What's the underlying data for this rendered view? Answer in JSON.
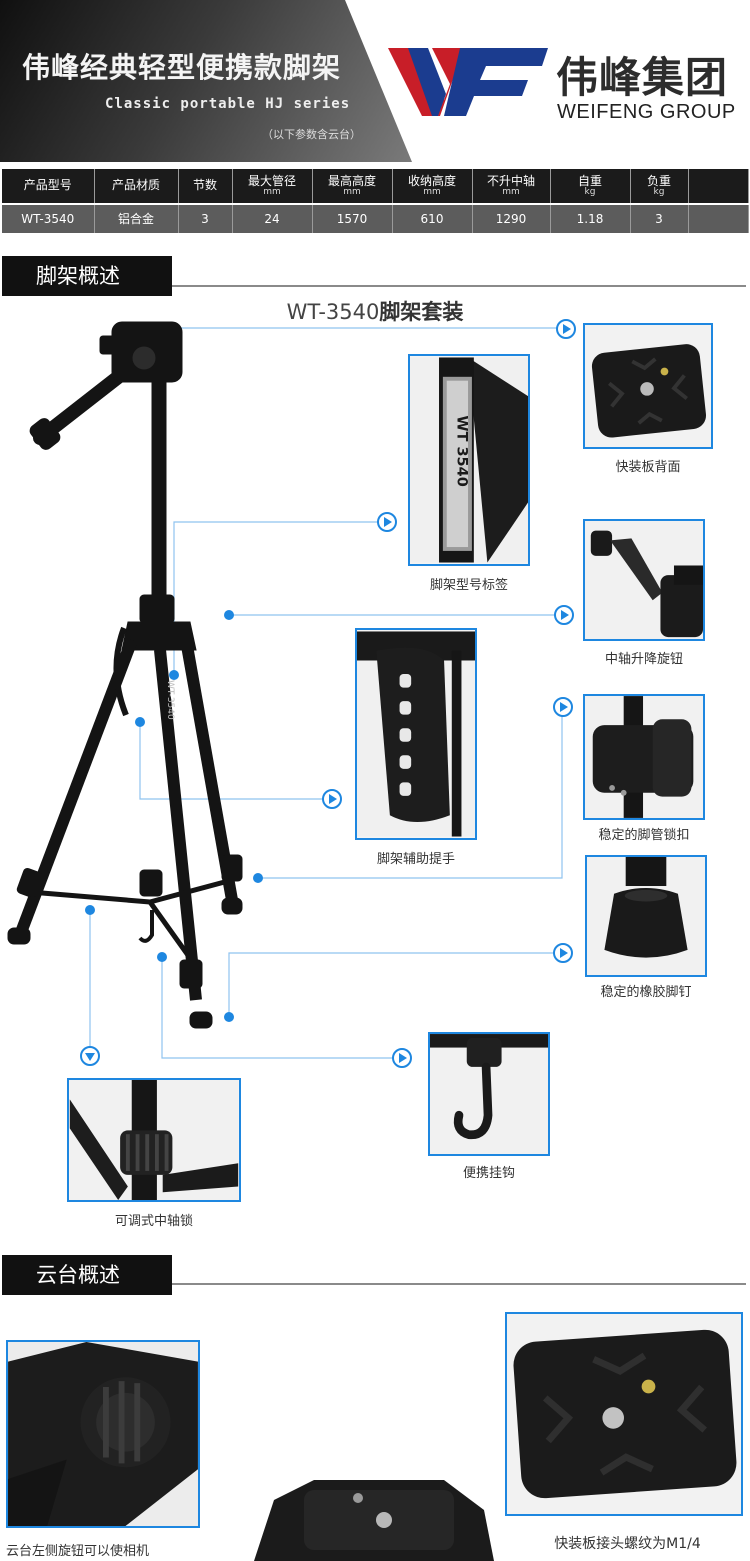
{
  "header": {
    "title": "伟峰经典轻型便携款脚架",
    "subtitle": "Classic portable HJ series",
    "note": "（以下参数含云台）",
    "brand_cn": "伟峰集团",
    "brand_en": "WEIFENG GROUP",
    "logo_text": "WF"
  },
  "specs": {
    "headers": [
      {
        "label": "产品型号",
        "unit": ""
      },
      {
        "label": "产品材质",
        "unit": ""
      },
      {
        "label": "节数",
        "unit": ""
      },
      {
        "label": "最大管径",
        "unit": "mm"
      },
      {
        "label": "最高高度",
        "unit": "mm"
      },
      {
        "label": "收纳高度",
        "unit": "mm"
      },
      {
        "label": "不升中轴",
        "unit": "mm"
      },
      {
        "label": "自重",
        "unit": "kg"
      },
      {
        "label": "负重",
        "unit": "kg"
      },
      {
        "label": "",
        "unit": ""
      }
    ],
    "values": [
      "WT-3540",
      "铝合金",
      "3",
      "24",
      "1570",
      "610",
      "1290",
      "1.18",
      "3",
      ""
    ]
  },
  "section1": {
    "title": "脚架概述",
    "set_title_model": "WT-3540",
    "set_title_suffix": "脚架套装",
    "label_text": "WT 3540",
    "captions": {
      "plate_back": "快装板背面",
      "model_label": "脚架型号标签",
      "crank": "中轴升降旋钮",
      "handle": "脚架辅助提手",
      "leg_lock": "稳定的脚管锁扣",
      "rubber_foot": "稳定的橡胶脚钉",
      "hook": "便携挂钩",
      "column_lock": "可调式中轴锁"
    }
  },
  "section2": {
    "title": "云台概述",
    "captions": {
      "head_left": "云台左侧旋钮可以使相机",
      "plate_thread": "快装板接头螺纹为M1/4"
    }
  },
  "colors": {
    "accent": "#1e87e0",
    "dark": "#111111"
  }
}
